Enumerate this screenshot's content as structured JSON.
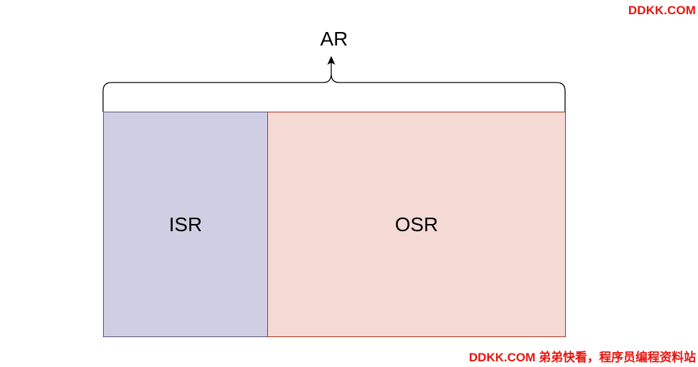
{
  "watermark": {
    "top": "DDKK.COM",
    "bottom": "DDKK.COM 弟弟快看，程序员编程资料站",
    "color": "#e8140e"
  },
  "diagram": {
    "top_label": "AR",
    "left_box": {
      "label": "ISR",
      "fill": "#d0cee2",
      "stroke": "#56517e"
    },
    "right_box": {
      "label": "OSR",
      "fill": "#f5d9d4",
      "stroke": "#a0341c"
    }
  }
}
